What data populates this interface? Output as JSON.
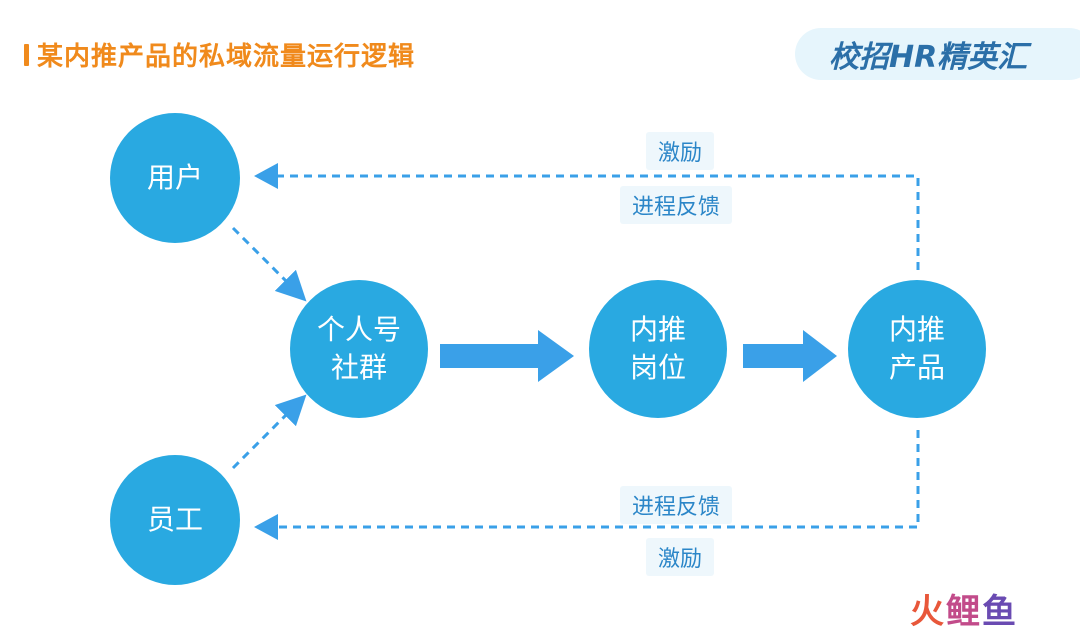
{
  "header": {
    "title": "某内推产品的私域流量运行逻辑",
    "brand": "校招HR精英汇"
  },
  "nodes": {
    "user": "用户",
    "staff": "员工",
    "social_line1": "个人号",
    "social_line2": "社群",
    "job_line1": "内推",
    "job_line2": "岗位",
    "product_line1": "内推",
    "product_line2": "产品"
  },
  "labels": {
    "top_reward": "激励",
    "top_feedback": "进程反馈",
    "bottom_feedback": "进程反馈",
    "bottom_reward": "激励"
  },
  "watermark": {
    "part1": "火",
    "part2": "鲤",
    "part3": "鱼"
  },
  "colors": {
    "title": "#f08a1c",
    "circle": "#29a9e1",
    "arrow": "#3aa0e8",
    "dashed": "#3aa0e8"
  }
}
